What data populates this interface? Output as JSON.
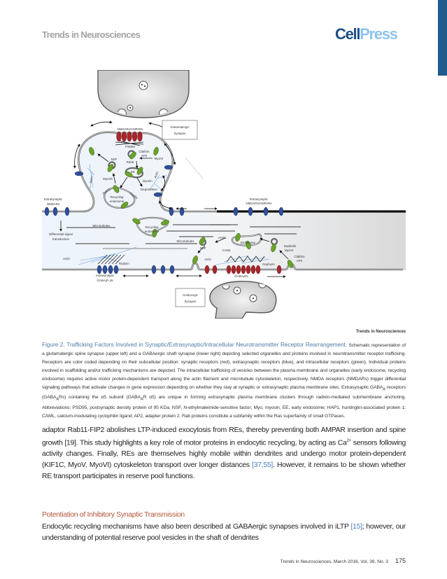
{
  "header": {
    "journal": "Trends in Neurosciences",
    "logo_cell": "Cell",
    "logo_press": "Press"
  },
  "colors": {
    "brand_dark": "#1d4f85",
    "brand_light": "#8ec3ea",
    "synaptic_receptor": "#a8262a",
    "extrasynaptic_receptor": "#2f4f9a",
    "intracellular_receptor": "#6aa32a"
  },
  "figure": {
    "credit": "Trends in Neurosciences",
    "labels": {
      "glut_box_1": "Glutamatergic",
      "glut_box_2": "Synapse",
      "nmdar_ampar": "NMDARs/AMPARs",
      "psd95": "PSD95",
      "clathrin_1": "Clathrin",
      "ap2_1": "AP2",
      "rab5": "Rab5",
      "myovi_1": "MyoVI",
      "nsf_1": "NSF",
      "ee": "EE",
      "dynein": "Dynein",
      "degradation": "Degradation",
      "myovb": "MyoVb",
      "rab11": "Rab11",
      "rab8a": "Rab8a",
      "re1_1": "Recycling",
      "re1_2": "endosome",
      "actin_1": "Actin",
      "actin_2": "Actin",
      "extra_nmdar_1": "Extrasynaptic",
      "extra_nmdar_2": "NMDARs",
      "diff_1": "Differential signal",
      "diff_2": "transduction",
      "mt_1": "Microtubules",
      "re2_1": "Recycling",
      "re2_2": "endosome",
      "mt_2": "Microtubules",
      "actin_3": "Actin",
      "radixin": "Radixin",
      "gaba_a5_1": "extrasynaptic",
      "gaba_a5_2": "GABAₐR α5",
      "extra_nmdar_ampar_1": "Extrasynaptic",
      "extra_nmdar_ampar_2": "NMDARs/AMPARs",
      "hap1": "HAP1",
      "nsf_2": "NSF",
      "endosome": "Endosome",
      "caml": "CAML",
      "muskelin": "Muskelin",
      "myovi_2": "MyoVI",
      "clathrin_2": "Clathrin",
      "ap2_2": "AP2",
      "actin_4": "Actin",
      "gephyrin": "Gephyrin",
      "gabaars": "GABAₐRs",
      "gaba_box_1": "GABAergic",
      "gaba_box_2": "Synapse"
    }
  },
  "caption": {
    "title": "Figure 2. Trafficking Factors Involved in Synaptic/Extrasynaptic/Intracellular Neurotransmitter Receptor Rearrangement.",
    "s1": " Schematic representation of a glutamatergic spine synapse (upper left) and a GABAergic shaft synapse (lower right) depicting selected organelles and proteins involved in neurotransmitter receptor trafficking. Receptors are color coded depending on their subcellular position: synaptic receptors (red), extrasynaptic receptors (blue), and intracellular receptors (green). Individual proteins involved in scaffolding and/or trafficking mechanisms are depicted. The intracellular trafficking of vesicles between the plasma membrane and organelles (early endosome, recycling endosome) requires active motor protein-dependent transport along the actin filament and microtubule cytoskeleton, respectively. NMDA receptors (NMDARs) trigger differential signaling pathways that activate changes in gene expression depending on whether they stay at synaptic or extrasynaptic plasma membrane sites. Extrasynaptic GABA",
    "sub": "A",
    "s2": " receptors (GABA",
    "s3": "Rs) containing the α5 subunit (GABA",
    "s4": "R α5) are unique in forming extrasynaptic plasma membrane clusters through radixin-mediated submembrane anchoring. Abbreviations: PSD95, postsynaptic density protein of 95 KDa; NSF, ",
    "italic": "N",
    "s5": "-ethylmaleimide-sensitive factor; Myo, myosin; EE, early endosome; HAP1, huntingtin-associated protein 1; CAML, calcium-modulating cyclophilin ligand; AP2, adapter protein 2. Rab proteins constitute a subfamily within the Ras superfamily of small GTPases."
  },
  "body": {
    "p1a": "adaptor Rab11-FIP2 abolishes LTP-induced exocytosis from REs, thereby preventing both AMPAR insertion and spine growth ",
    "ref19": "[19]",
    "p1b": ". This study highlights a key role of motor proteins in endocytic recycling, by acting as Ca",
    "sup": "2+",
    "p1c": " sensors following activity changes. Finally, REs are themselves highly mobile within dendrites and undergo motor protein-dependent (KIF1C, MyoV, MyoVI) cytoskeleton transport over longer distances ",
    "ref3755": "[37,55]",
    "p1d": ". However, it remains to be shown whether RE transport participates in reserve pool functions.",
    "heading": "Potentiation of Inhibitory Synaptic Transmission",
    "p2a": "Endocytic recycling mechanisms have also been described at GABAergic synapses involved in iLTP ",
    "ref15": "[15]",
    "p2b": "; however, our understanding of potential reserve pool vesicles in the shaft of dendrites"
  },
  "footer": {
    "citation": "Trends in Neurosciences, March 2016, Vol. 39, No. 3",
    "page": "175"
  }
}
